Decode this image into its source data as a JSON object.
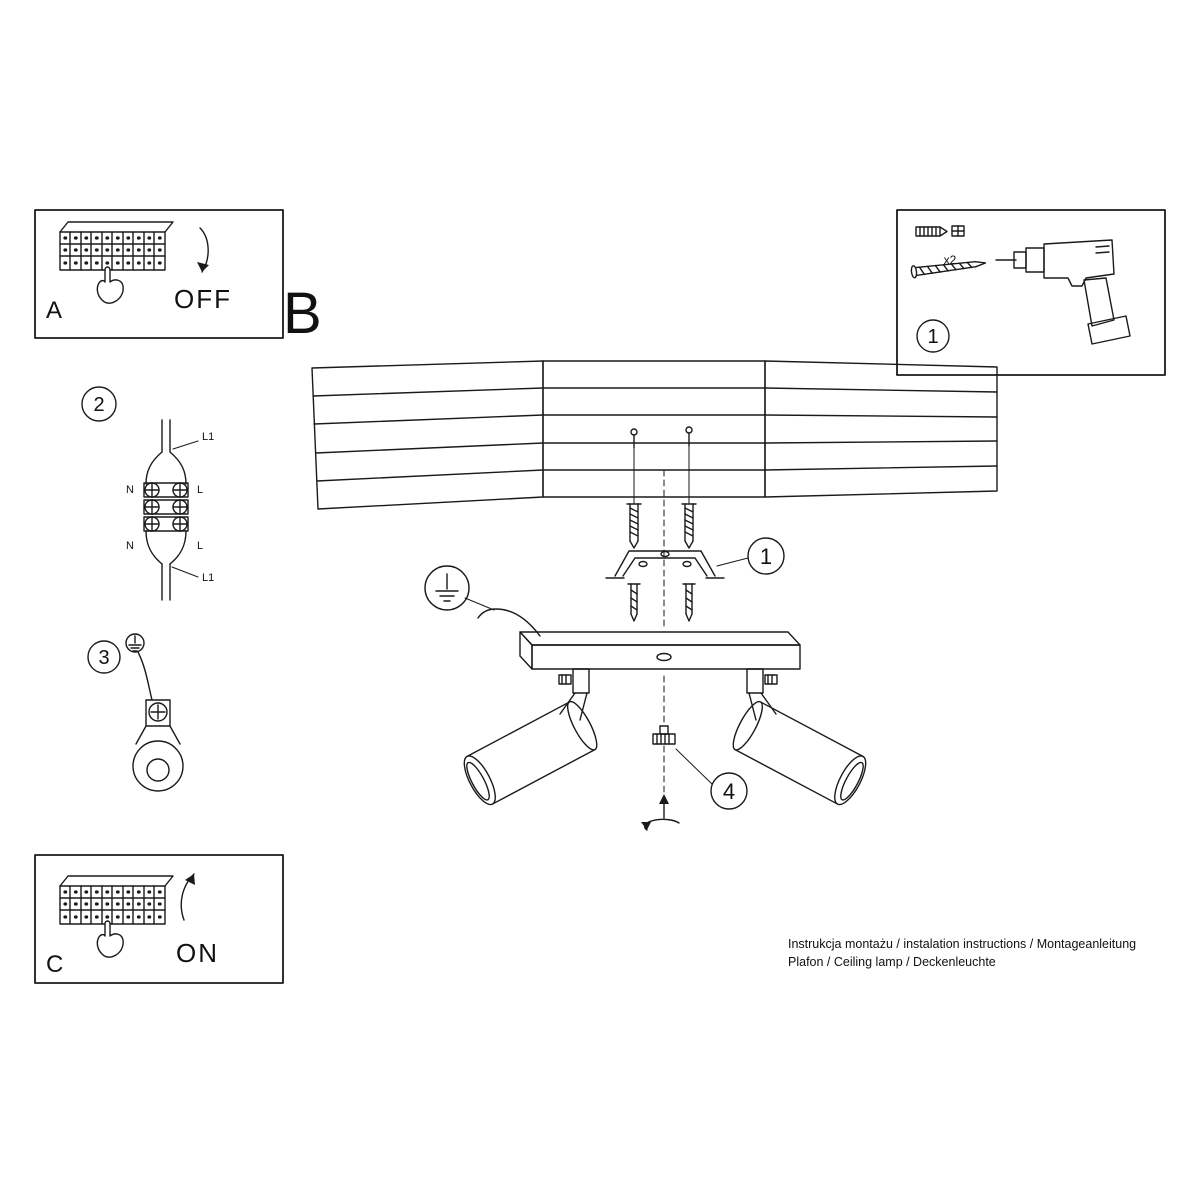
{
  "letters": {
    "a": "A",
    "b": "B",
    "c": "C"
  },
  "switch_labels": {
    "off": "OFF",
    "on": "ON"
  },
  "steps": {
    "kit": "1",
    "bracket": "1",
    "wiring": "2",
    "ground": "3",
    "knob": "4"
  },
  "kit": {
    "quantity": "x2"
  },
  "wiring": {
    "l1_top": "L1",
    "n_top": "N",
    "l_top": "L",
    "n_bottom": "N",
    "l_bottom": "L",
    "l1_bottom": "L1"
  },
  "footer": {
    "line1": "Instrukcja montażu / instalation instructions / Montageanleitung",
    "line2": "Plafon / Ceiling lamp / Deckenleuchte"
  }
}
